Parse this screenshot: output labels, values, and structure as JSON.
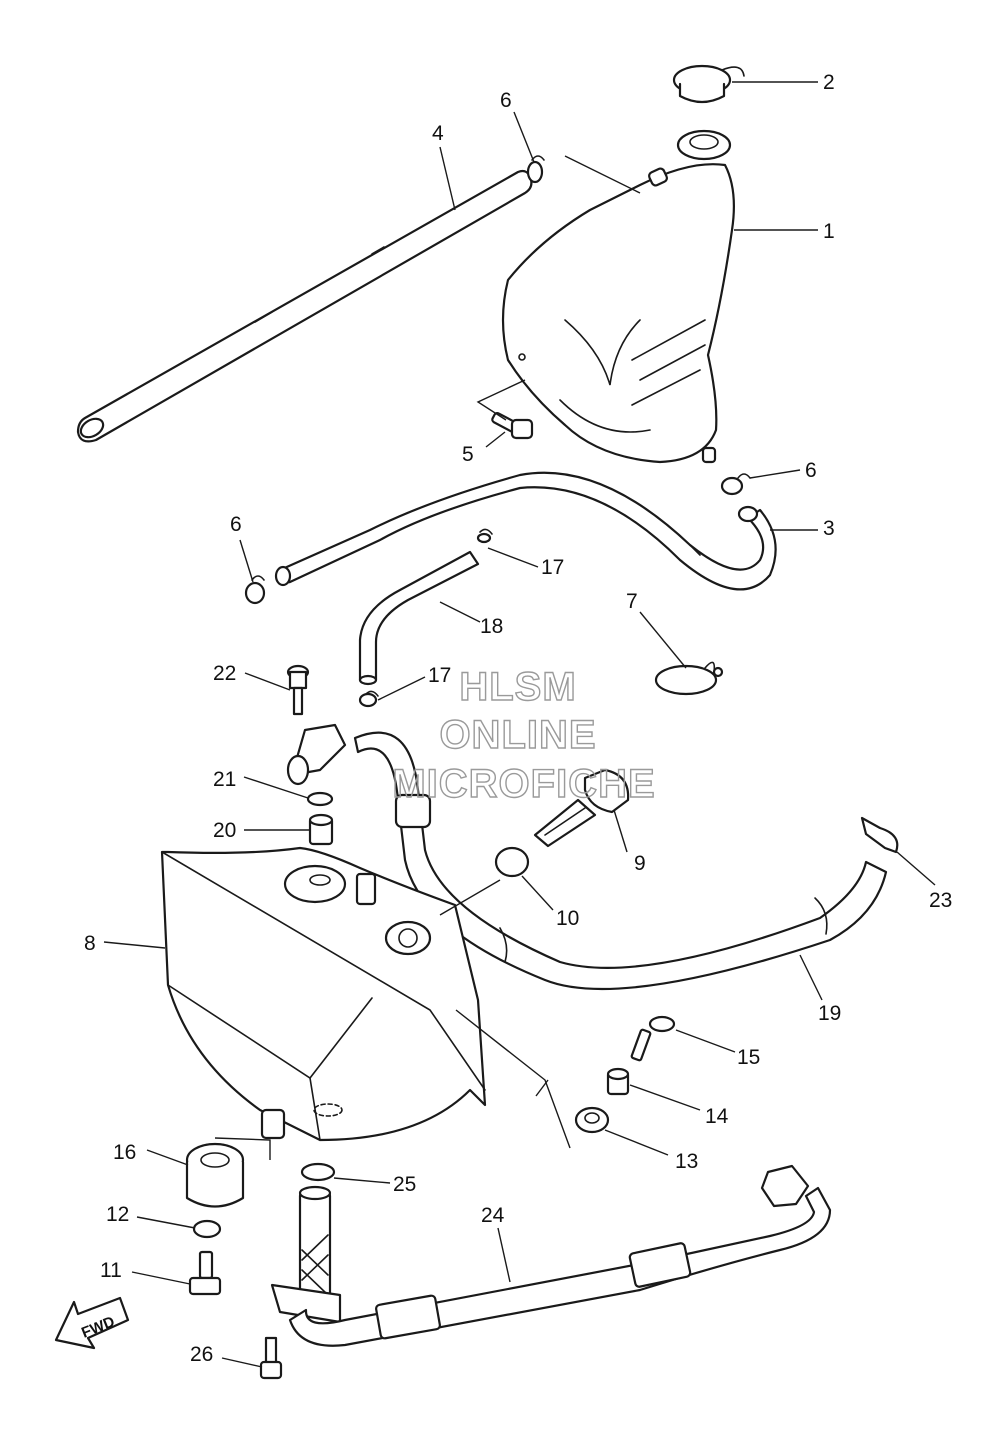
{
  "watermark": {
    "line1": "HLSM",
    "line2": "ONLINE",
    "line3": "MICROFICHE"
  },
  "fwd_label": "FWD",
  "callouts": [
    "1",
    "2",
    "3",
    "4",
    "5",
    "6",
    "6",
    "6",
    "7",
    "8",
    "9",
    "10",
    "11",
    "12",
    "13",
    "14",
    "15",
    "16",
    "17",
    "17",
    "18",
    "19",
    "20",
    "21",
    "22",
    "23",
    "24",
    "25",
    "26"
  ]
}
